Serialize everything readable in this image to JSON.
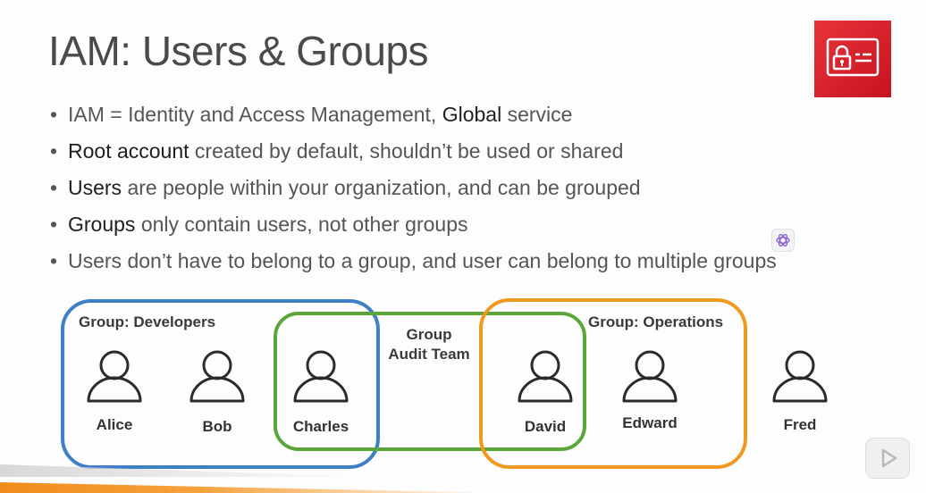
{
  "slide": {
    "title": "IAM: Users & Groups",
    "bullets": [
      {
        "bold_lead": "",
        "plain_lead": "IAM  = Identity and Access Management, ",
        "bold_mid": "Global",
        "plain_tail": " service"
      },
      {
        "bold_lead": "Root account",
        "plain_lead": " created by default, shouldn’t be used or shared",
        "bold_mid": "",
        "plain_tail": ""
      },
      {
        "bold_lead": "Users",
        "plain_lead": " are people within your organization, and can be grouped",
        "bold_mid": "",
        "plain_tail": ""
      },
      {
        "bold_lead": "Groups",
        "plain_lead": " only contain users, not other groups",
        "bold_mid": "",
        "plain_tail": ""
      },
      {
        "bold_lead": "",
        "plain_lead": "Users don’t have to belong to a group, and user can belong to multiple groups",
        "bold_mid": "",
        "plain_tail": ""
      }
    ]
  },
  "icons": {
    "service_icon": "iam-identity-card-icon",
    "service_icon_color": "#d91e2a",
    "ai_assistant_icon": "ai-assistant-icon",
    "play_icon": "play-icon"
  },
  "diagram": {
    "groups": {
      "developers": {
        "label": "Group: Developers",
        "color": "#3f7fc7"
      },
      "audit": {
        "label_line1": "Group",
        "label_line2": "Audit Team",
        "color": "#5aa63a"
      },
      "operations": {
        "label": "Group: Operations",
        "color": "#ef9a1e"
      }
    },
    "users": [
      "Alice",
      "Bob",
      "Charles",
      "David",
      "Edward",
      "Fred"
    ]
  }
}
